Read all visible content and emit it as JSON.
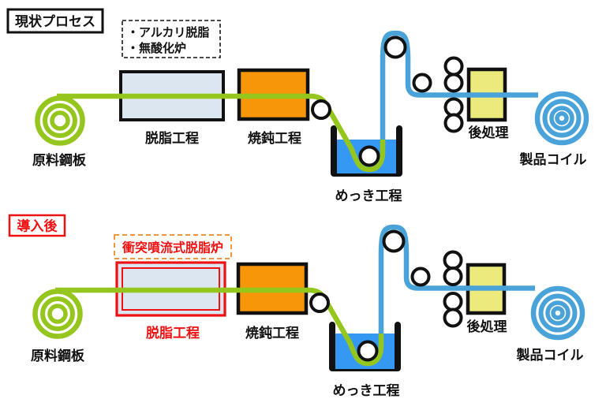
{
  "colors": {
    "strip_before_plating": "#95c61e",
    "strip_after_plating": "#4aa3d8",
    "plating_bath_water": "#3599f3",
    "anneal_box": "#f79608",
    "post_treatment_box": "#ece97d",
    "degrease_box_fill": "#dce6f1",
    "highlight_red": "#ee1111",
    "dashed_callout_orange": "#f0953c",
    "ink": "#111111"
  },
  "current": {
    "title": "現状プロセス",
    "note_line1": "・アルカリ脱脂",
    "note_line2": "・無酸化炉",
    "raw_coil_label": "原料鋼板",
    "degrease_label": "脱脂工程",
    "anneal_label": "焼鈍工程",
    "plating_label": "めっき工程",
    "post_label": "後処理",
    "product_coil_label": "製品コイル"
  },
  "after": {
    "title": "導入後",
    "note": "衝突噴流式脱脂炉",
    "raw_coil_label": "原料鋼板",
    "degrease_label": "脱脂工程",
    "anneal_label": "焼鈍工程",
    "plating_label": "めっき工程",
    "post_label": "後処理",
    "product_coil_label": "製品コイル"
  }
}
